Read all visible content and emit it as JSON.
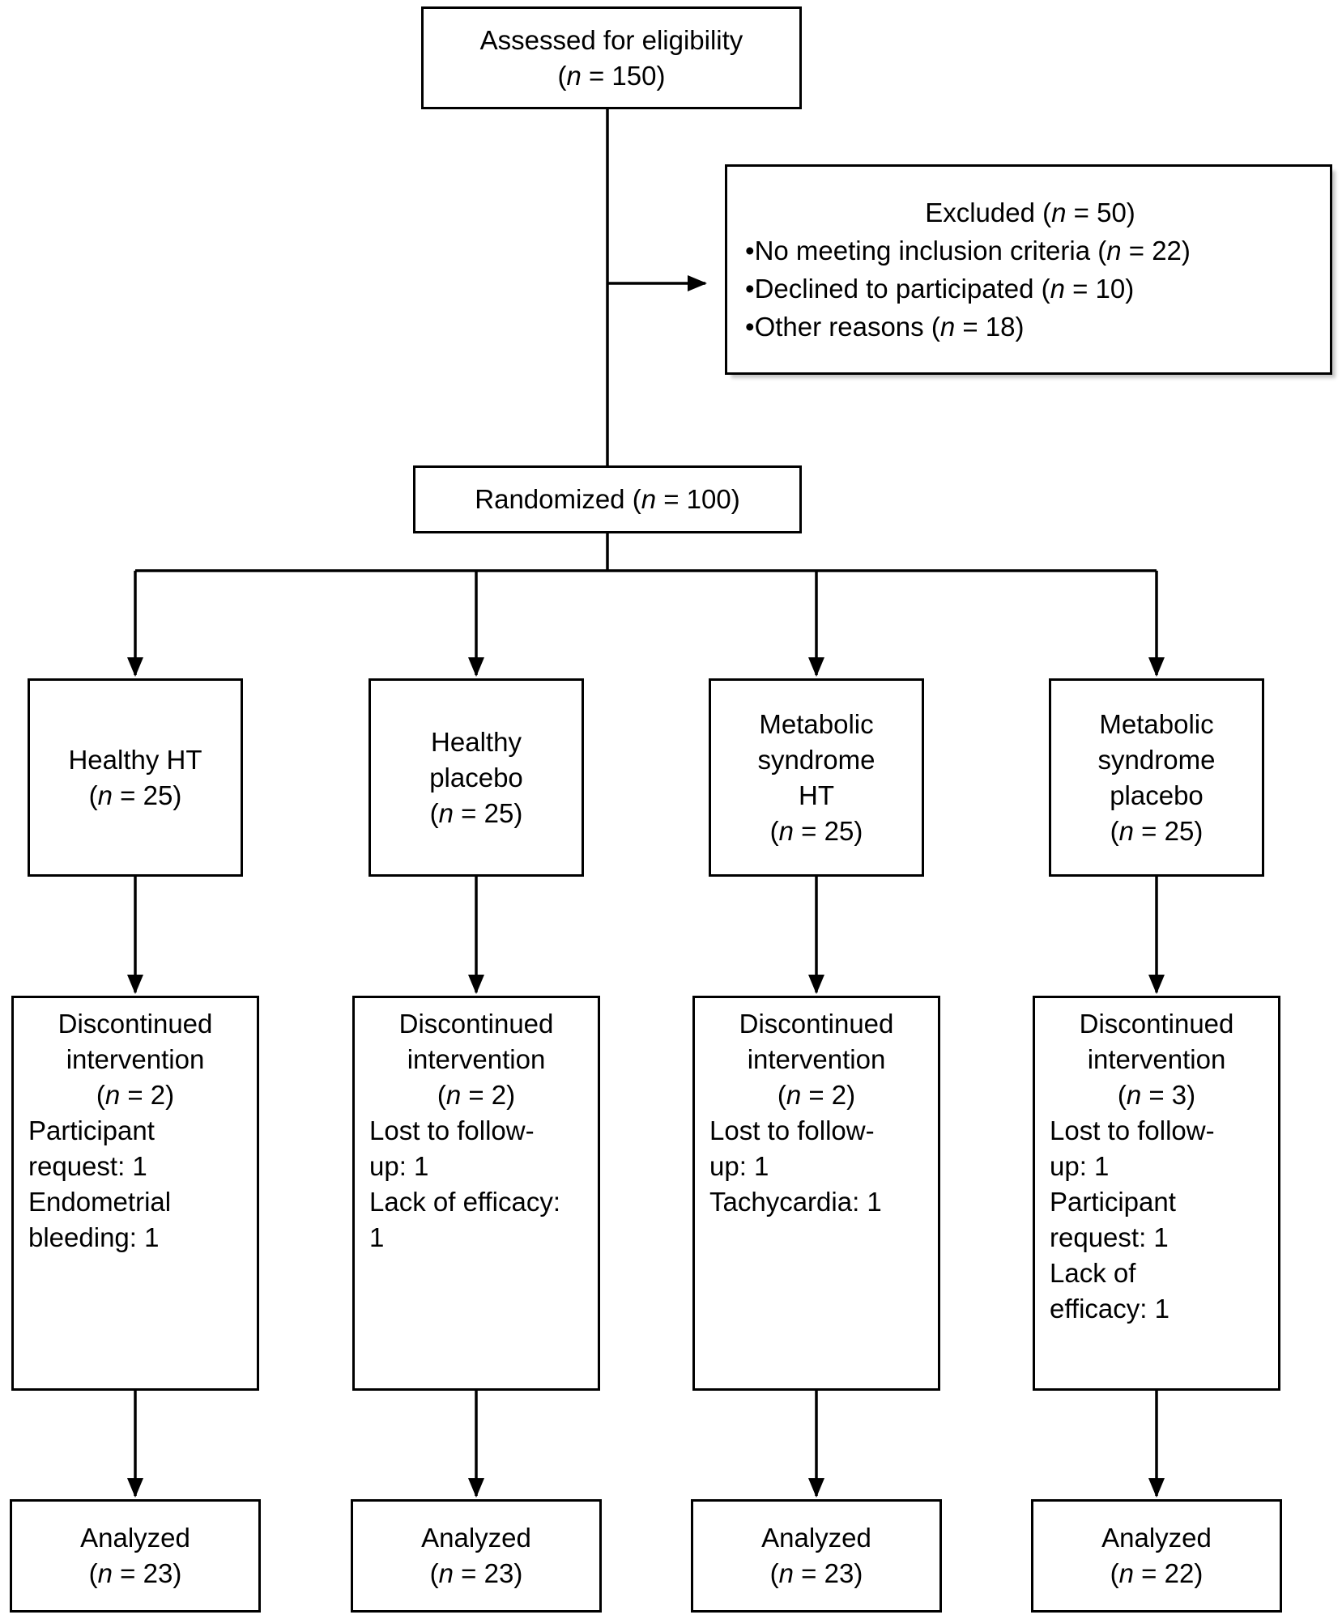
{
  "page": {
    "background_color": "#ffffff",
    "text_color": "#000000",
    "line_color": "#000000"
  },
  "flowchart": {
    "assessed": {
      "lines": [
        "Assessed for eligibility",
        "(n = 150)"
      ]
    },
    "excluded": {
      "title": "Excluded (n = 50)",
      "bullet": "•",
      "items": [
        "No meeting inclusion criteria (n = 22)",
        "Declined to participated (n = 10)",
        "Other reasons (n = 18)"
      ]
    },
    "randomized": {
      "label": "Randomized (n = 100)"
    },
    "arms": [
      {
        "group_lines": [
          "Healthy HT",
          "(n = 25)"
        ],
        "discontinued_title_lines": [
          "Discontinued",
          "intervention",
          "(n = 2)"
        ],
        "discontinued_reason_lines": [
          "Participant",
          "request: 1",
          "Endometrial",
          "bleeding: 1"
        ],
        "analyzed_lines": [
          "Analyzed",
          "(n = 23)"
        ]
      },
      {
        "group_lines": [
          "Healthy",
          "placebo",
          "(n = 25)"
        ],
        "discontinued_title_lines": [
          "Discontinued",
          "intervention",
          "(n = 2)"
        ],
        "discontinued_reason_lines": [
          "Lost to follow-",
          "up: 1",
          "Lack of efficacy:",
          "1"
        ],
        "analyzed_lines": [
          "Analyzed",
          "(n = 23)"
        ]
      },
      {
        "group_lines": [
          "Metabolic",
          "syndrome",
          "HT",
          "(n = 25)"
        ],
        "discontinued_title_lines": [
          "Discontinued",
          "intervention",
          "(n = 2)"
        ],
        "discontinued_reason_lines": [
          "Lost to follow-",
          "up: 1",
          "Tachycardia: 1"
        ],
        "analyzed_lines": [
          "Analyzed",
          "(n = 23)"
        ]
      },
      {
        "group_lines": [
          "Metabolic",
          "syndrome",
          "placebo",
          "(n = 25)"
        ],
        "discontinued_title_lines": [
          "Discontinued",
          "intervention",
          "(n = 3)"
        ],
        "discontinued_reason_lines": [
          "Lost to follow-",
          "up: 1",
          "Participant",
          "request: 1",
          "Lack of",
          "efficacy: 1"
        ],
        "analyzed_lines": [
          "Analyzed",
          "(n = 22)"
        ]
      }
    ]
  }
}
